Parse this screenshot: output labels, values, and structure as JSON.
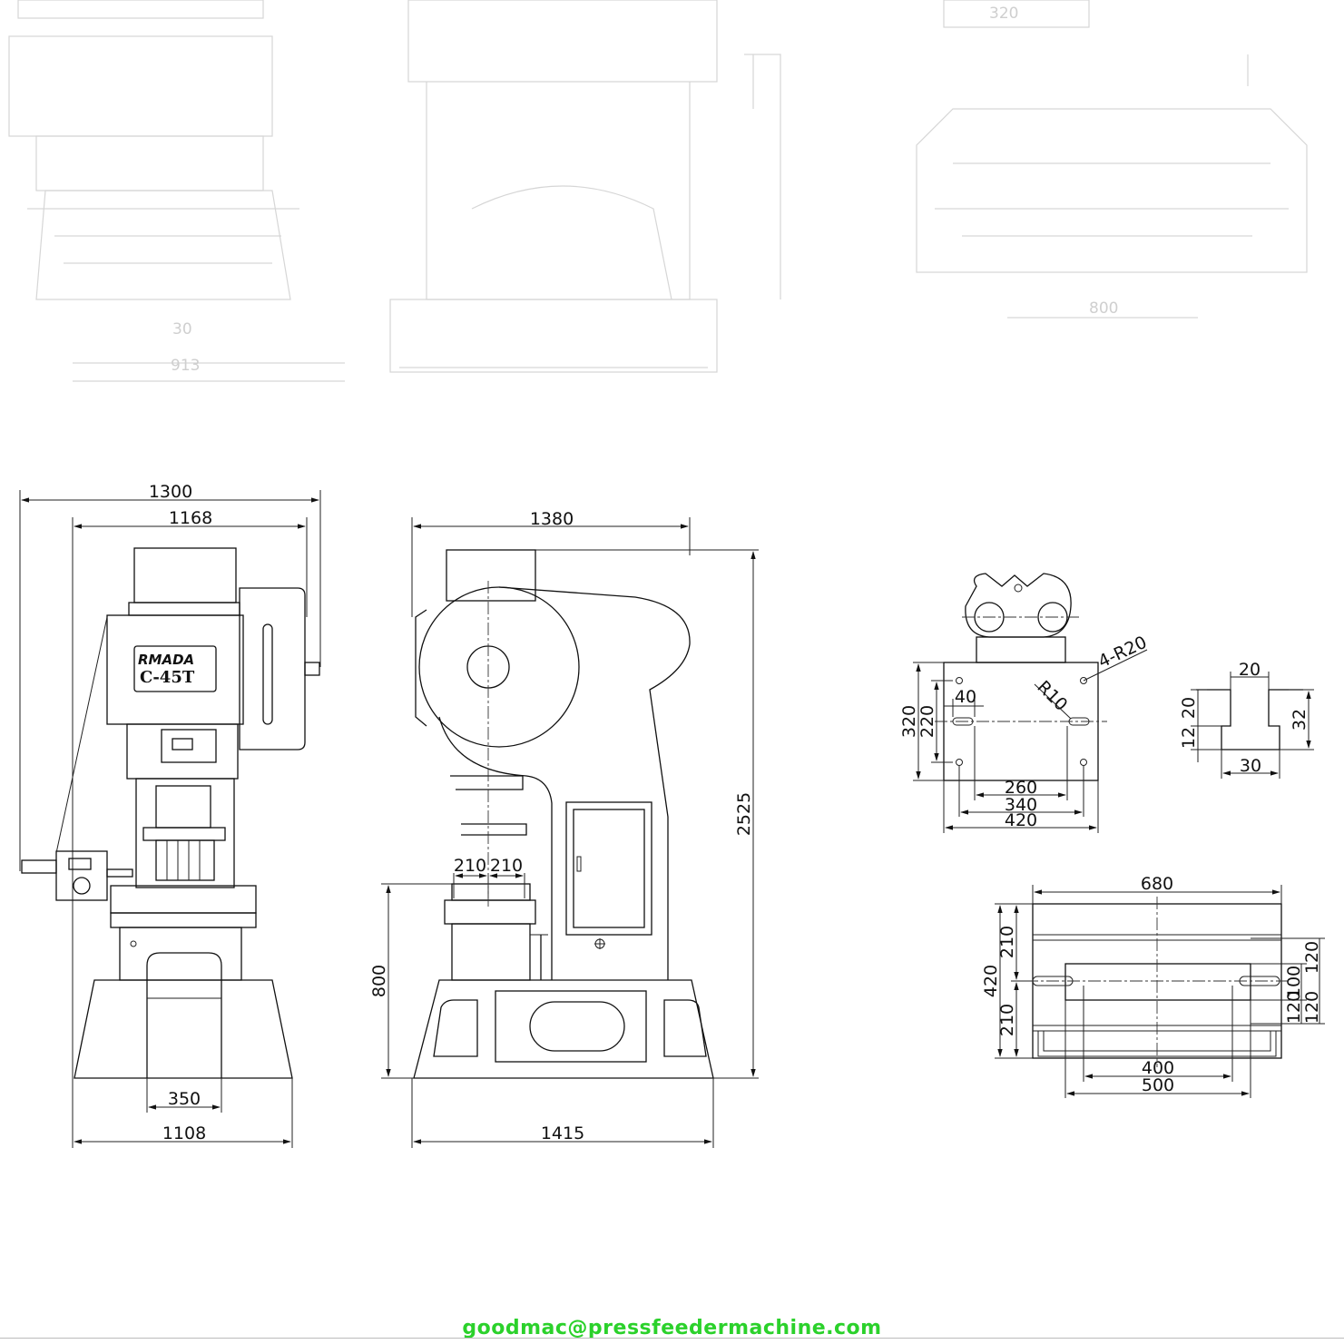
{
  "nameplate": {
    "brand": "RMADA",
    "model": "C-45T"
  },
  "front_view": {
    "dims": {
      "overall_width": "1300",
      "body_width": "1168",
      "bed_opening": "350",
      "base_width": "1108"
    }
  },
  "side_view": {
    "dims": {
      "overall_depth": "1380",
      "height": "2525",
      "bed_height": "800",
      "ram_left": "210",
      "ram_right": "210",
      "base_depth": "1415"
    }
  },
  "slide_view": {
    "dims": {
      "radius_holes": "4-R20",
      "radius_slot": "R10",
      "slot_len": "40",
      "height_outer": "320",
      "height_inner": "220",
      "pitch_inner": "260",
      "pitch_outer": "340",
      "width": "420"
    }
  },
  "tslot_view": {
    "dims": {
      "top_width": "20",
      "step_upper": "20",
      "step_lower": "12",
      "depth": "32",
      "bottom_width": "30"
    }
  },
  "bolster_view": {
    "dims": {
      "width": "680",
      "depth": "420",
      "half_upper": "210",
      "half_lower": "210",
      "slot_a": "120",
      "slot_b": "100",
      "slot_c": "120",
      "slot_d": "120",
      "slot_pitch": "400",
      "slot_span": "500"
    }
  },
  "ghost_labels": {
    "a": "30",
    "b": "913",
    "c": "320",
    "d": "800"
  },
  "footer": {
    "email": "goodmac@pressfeedermachine.com"
  }
}
